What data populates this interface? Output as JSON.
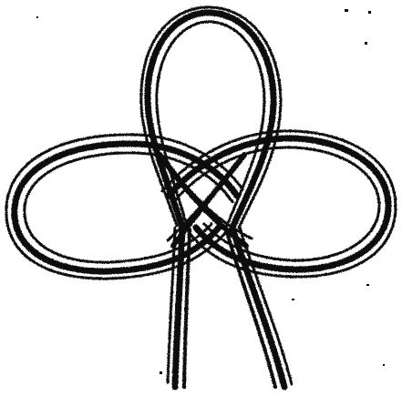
{
  "image": {
    "subject": "knot-drawing",
    "loops": [
      "top-loop",
      "left-loop",
      "right-loop"
    ],
    "strands": [
      "left-tail",
      "right-tail"
    ]
  },
  "colors": {
    "background": "#ffffff",
    "ink": "#0a0a0a"
  }
}
